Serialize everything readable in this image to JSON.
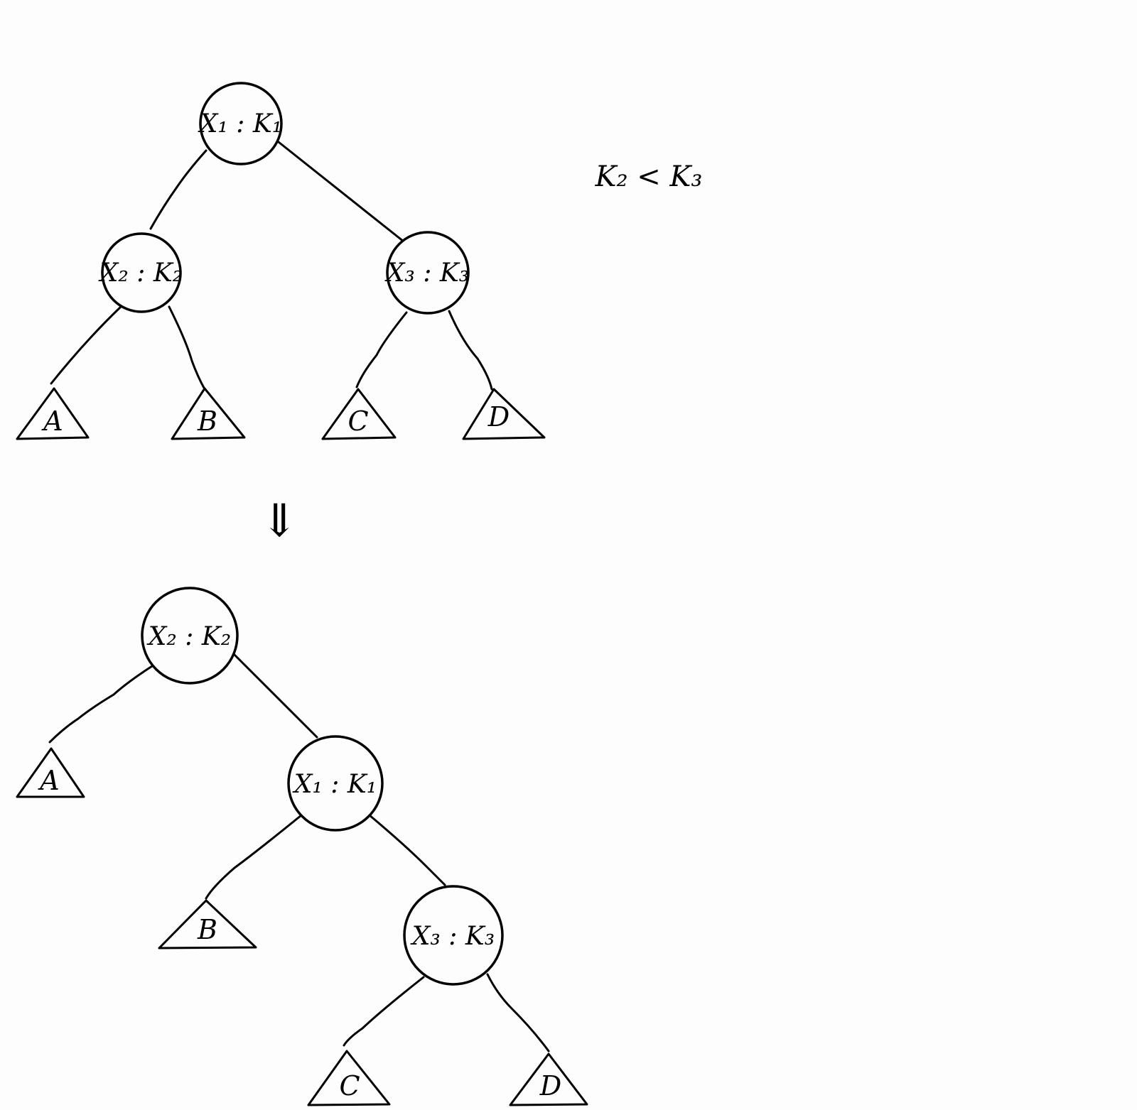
{
  "condition": "K₂ < K₃",
  "arrow": "⇓",
  "before": {
    "nodes": [
      {
        "id": "x1",
        "label": "X₁ : K₁"
      },
      {
        "id": "x2",
        "label": "X₂ : K₂"
      },
      {
        "id": "x3",
        "label": "X₃ : K₃"
      }
    ],
    "leaves": [
      "A",
      "B",
      "C",
      "D"
    ]
  },
  "after": {
    "nodes": [
      {
        "id": "x2",
        "label": "X₂ : K₂"
      },
      {
        "id": "x1",
        "label": "X₁ : K₁"
      },
      {
        "id": "x3",
        "label": "X₃ : K₃"
      }
    ],
    "leaves": [
      "A",
      "B",
      "C",
      "D"
    ]
  }
}
